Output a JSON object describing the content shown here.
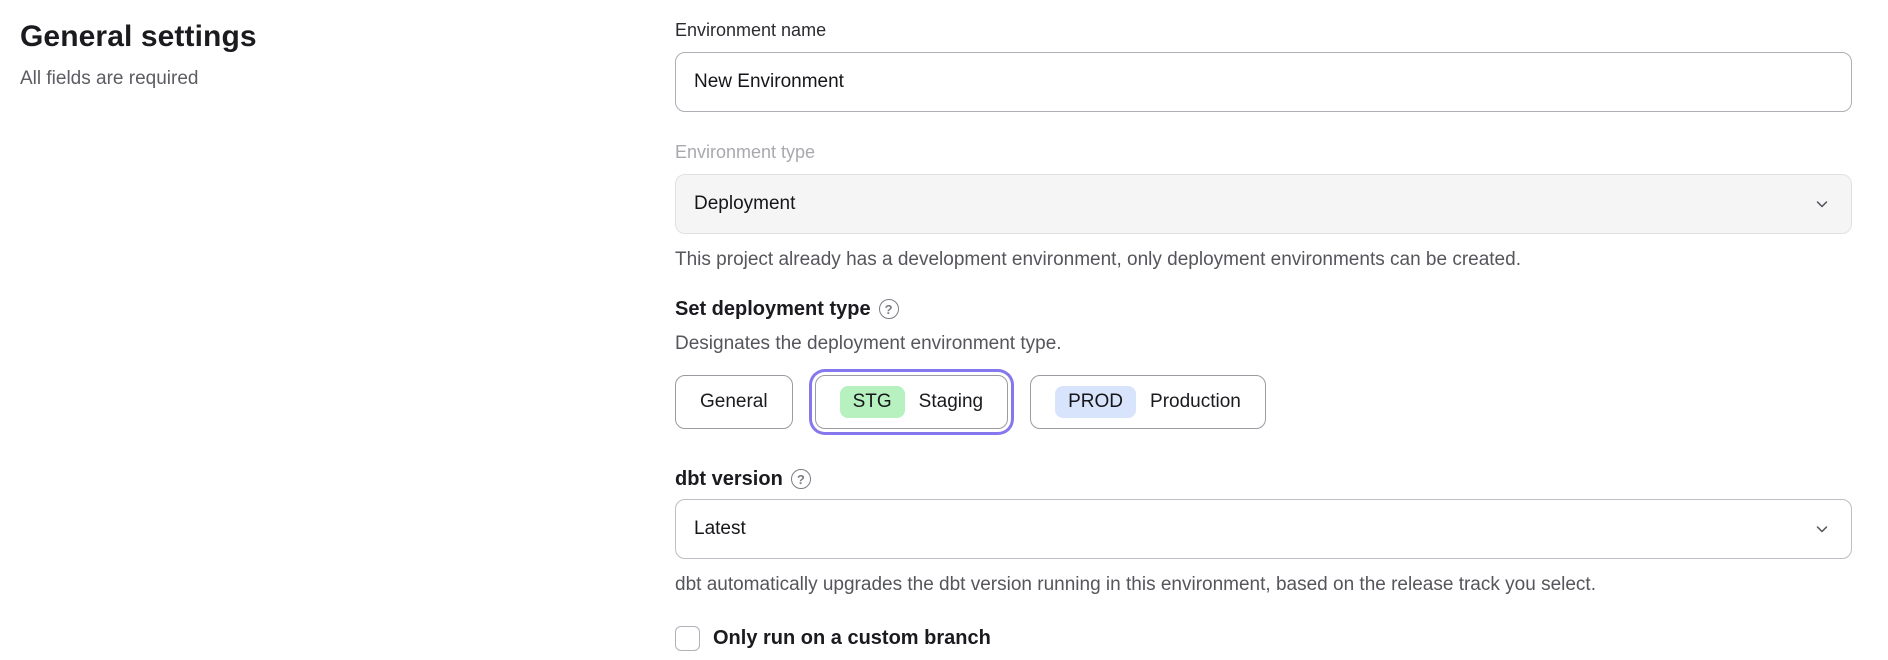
{
  "page": {
    "title": "General settings",
    "subtitle": "All fields are required"
  },
  "form": {
    "environment_name": {
      "label": "Environment name",
      "value": "New Environment"
    },
    "environment_type": {
      "label": "Environment type",
      "value": "Deployment",
      "helper": "This project already has a development environment, only deployment environments can be created."
    },
    "deployment_type": {
      "label": "Set deployment type",
      "description": "Designates the deployment environment type.",
      "options": [
        {
          "label": "General",
          "badge": "",
          "selected": false
        },
        {
          "label": "Staging",
          "badge": "STG",
          "selected": true
        },
        {
          "label": "Production",
          "badge": "PROD",
          "selected": false
        }
      ]
    },
    "dbt_version": {
      "label": "dbt version",
      "value": "Latest",
      "helper": "dbt automatically upgrades the dbt version running in this environment, based on the release track you select."
    },
    "custom_branch": {
      "label": "Only run on a custom branch",
      "checked": false
    }
  },
  "icons": {
    "help_glyph": "?"
  },
  "colors": {
    "accent_purple": "#8577ee",
    "badge_green": "#b6f1bf",
    "badge_blue": "#d7e4fb",
    "disabled_bg": "#f5f5f6"
  }
}
